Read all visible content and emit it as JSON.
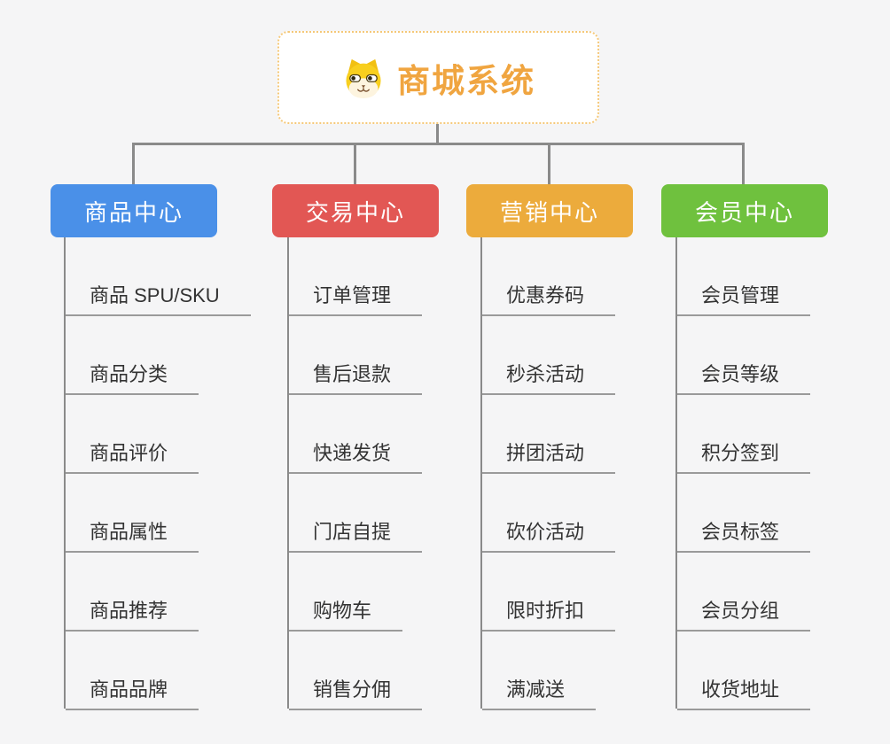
{
  "root": {
    "title": "商城系统",
    "icon": "dog-face-icon",
    "text_color": "#f0a540",
    "border_color": "#f5c878"
  },
  "background": "#f5f5f6",
  "connector_color": "#8a8a8a",
  "underline_color": "#9a9a9a",
  "branches": [
    {
      "label": "商品中心",
      "color": "#4a90e8",
      "items": [
        "商品 SPU/SKU",
        "商品分类",
        "商品评价",
        "商品属性",
        "商品推荐",
        "商品品牌"
      ]
    },
    {
      "label": "交易中心",
      "color": "#e25754",
      "items": [
        "订单管理",
        "售后退款",
        "快递发货",
        "门店自提",
        "购物车",
        "销售分佣"
      ]
    },
    {
      "label": "营销中心",
      "color": "#ecab3c",
      "items": [
        "优惠券码",
        "秒杀活动",
        "拼团活动",
        "砍价活动",
        "限时折扣",
        "满减送"
      ]
    },
    {
      "label": "会员中心",
      "color": "#6fc13e",
      "items": [
        "会员管理",
        "会员等级",
        "积分签到",
        "会员标签",
        "会员分组",
        "收货地址"
      ]
    }
  ]
}
